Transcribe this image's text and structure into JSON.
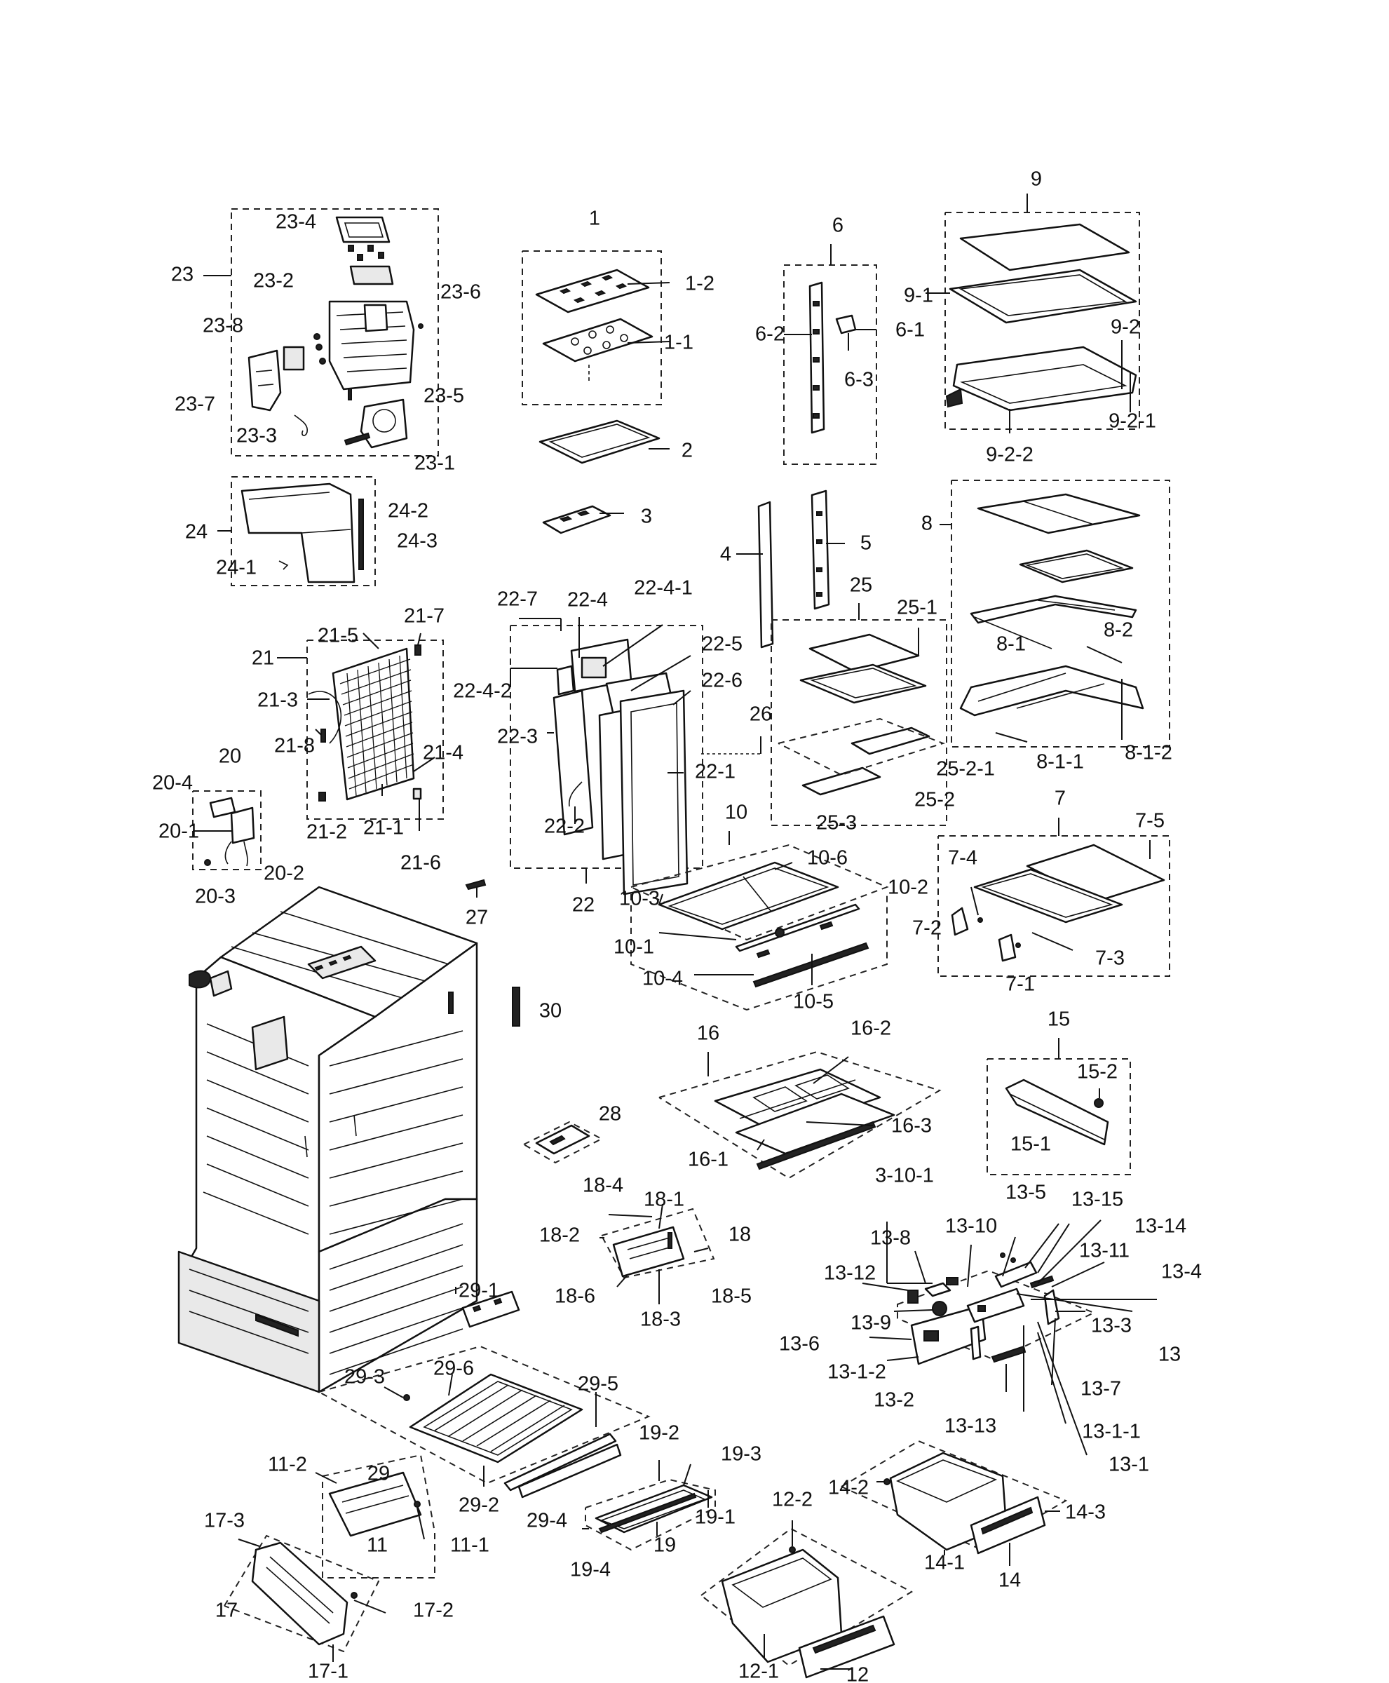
{
  "callouts": [
    {
      "id": "c-23-4",
      "t": "23-4"
    },
    {
      "id": "c-23-2",
      "t": "23-2"
    },
    {
      "id": "c-23",
      "t": "23"
    },
    {
      "id": "c-23-6",
      "t": "23-6"
    },
    {
      "id": "c-23-8",
      "t": "23-8"
    },
    {
      "id": "c-23-5",
      "t": "23-5"
    },
    {
      "id": "c-23-7",
      "t": "23-7"
    },
    {
      "id": "c-23-3",
      "t": "23-3"
    },
    {
      "id": "c-23-1",
      "t": "23-1"
    },
    {
      "id": "c-24",
      "t": "24"
    },
    {
      "id": "c-24-2",
      "t": "24-2"
    },
    {
      "id": "c-24-3",
      "t": "24-3"
    },
    {
      "id": "c-24-1",
      "t": "24-1"
    },
    {
      "id": "c-1",
      "t": "1"
    },
    {
      "id": "c-1-2",
      "t": "1-2"
    },
    {
      "id": "c-1-1",
      "t": "1-1"
    },
    {
      "id": "c-2",
      "t": "2"
    },
    {
      "id": "c-3",
      "t": "3"
    },
    {
      "id": "c-6",
      "t": "6"
    },
    {
      "id": "c-6-2",
      "t": "6-2"
    },
    {
      "id": "c-6-1",
      "t": "6-1"
    },
    {
      "id": "c-6-3",
      "t": "6-3"
    },
    {
      "id": "c-9",
      "t": "9"
    },
    {
      "id": "c-9-1",
      "t": "9-1"
    },
    {
      "id": "c-9-2",
      "t": "9-2"
    },
    {
      "id": "c-9-2-1",
      "t": "9-2-1"
    },
    {
      "id": "c-9-2-2",
      "t": "9-2-2"
    },
    {
      "id": "c-4",
      "t": "4"
    },
    {
      "id": "c-5",
      "t": "5"
    },
    {
      "id": "c-8",
      "t": "8"
    },
    {
      "id": "c-8-2",
      "t": "8-2"
    },
    {
      "id": "c-8-1",
      "t": "8-1"
    },
    {
      "id": "c-8-1-1",
      "t": "8-1-1"
    },
    {
      "id": "c-8-1-2",
      "t": "8-1-2"
    },
    {
      "id": "c-25",
      "t": "25"
    },
    {
      "id": "c-25-1",
      "t": "25-1"
    },
    {
      "id": "c-26",
      "t": "26"
    },
    {
      "id": "c-25-2-1",
      "t": "25-2-1"
    },
    {
      "id": "c-25-2",
      "t": "25-2"
    },
    {
      "id": "c-25-3",
      "t": "25-3"
    },
    {
      "id": "c-22-7",
      "t": "22-7"
    },
    {
      "id": "c-22-4",
      "t": "22-4"
    },
    {
      "id": "c-22-4-1",
      "t": "22-4-1"
    },
    {
      "id": "c-22-5",
      "t": "22-5"
    },
    {
      "id": "c-22-6",
      "t": "22-6"
    },
    {
      "id": "c-22-4-2",
      "t": "22-4-2"
    },
    {
      "id": "c-22-3",
      "t": "22-3"
    },
    {
      "id": "c-22-1",
      "t": "22-1"
    },
    {
      "id": "c-22-2",
      "t": "22-2"
    },
    {
      "id": "c-22",
      "t": "22"
    },
    {
      "id": "c-21-5",
      "t": "21-5"
    },
    {
      "id": "c-21-7",
      "t": "21-7"
    },
    {
      "id": "c-21",
      "t": "21"
    },
    {
      "id": "c-21-3",
      "t": "21-3"
    },
    {
      "id": "c-21-8",
      "t": "21-8"
    },
    {
      "id": "c-21-4",
      "t": "21-4"
    },
    {
      "id": "c-21-2",
      "t": "21-2"
    },
    {
      "id": "c-21-1",
      "t": "21-1"
    },
    {
      "id": "c-21-6",
      "t": "21-6"
    },
    {
      "id": "c-20",
      "t": "20"
    },
    {
      "id": "c-20-4",
      "t": "20-4"
    },
    {
      "id": "c-20-1",
      "t": "20-1"
    },
    {
      "id": "c-20-2",
      "t": "20-2"
    },
    {
      "id": "c-20-3",
      "t": "20-3"
    },
    {
      "id": "c-7",
      "t": "7"
    },
    {
      "id": "c-7-5",
      "t": "7-5"
    },
    {
      "id": "c-7-4",
      "t": "7-4"
    },
    {
      "id": "c-7-2",
      "t": "7-2"
    },
    {
      "id": "c-7-3",
      "t": "7-3"
    },
    {
      "id": "c-7-1",
      "t": "7-1"
    },
    {
      "id": "c-10",
      "t": "10"
    },
    {
      "id": "c-10-6",
      "t": "10-6"
    },
    {
      "id": "c-10-3",
      "t": "10-3"
    },
    {
      "id": "c-10-2",
      "t": "10-2"
    },
    {
      "id": "c-10-1",
      "t": "10-1"
    },
    {
      "id": "c-10-4",
      "t": "10-4"
    },
    {
      "id": "c-10-5",
      "t": "10-5"
    },
    {
      "id": "c-27",
      "t": "27"
    },
    {
      "id": "c-30",
      "t": "30"
    },
    {
      "id": "c-16",
      "t": "16"
    },
    {
      "id": "c-16-2",
      "t": "16-2"
    },
    {
      "id": "c-16-3",
      "t": "16-3"
    },
    {
      "id": "c-16-1",
      "t": "16-1"
    },
    {
      "id": "c-15",
      "t": "15"
    },
    {
      "id": "c-15-2",
      "t": "15-2"
    },
    {
      "id": "c-15-1",
      "t": "15-1"
    },
    {
      "id": "c-28",
      "t": "28"
    },
    {
      "id": "c-18-4",
      "t": "18-4"
    },
    {
      "id": "c-18-1",
      "t": "18-1"
    },
    {
      "id": "c-18-2",
      "t": "18-2"
    },
    {
      "id": "c-18",
      "t": "18"
    },
    {
      "id": "c-18-6",
      "t": "18-6"
    },
    {
      "id": "c-18-5",
      "t": "18-5"
    },
    {
      "id": "c-18-3",
      "t": "18-3"
    },
    {
      "id": "c-3-10-1",
      "t": "3-10-1"
    },
    {
      "id": "c-13-5",
      "t": "13-5"
    },
    {
      "id": "c-13-15",
      "t": "13-15"
    },
    {
      "id": "c-13-14",
      "t": "13-14"
    },
    {
      "id": "c-13-8",
      "t": "13-8"
    },
    {
      "id": "c-13-10",
      "t": "13-10"
    },
    {
      "id": "c-13-11",
      "t": "13-11"
    },
    {
      "id": "c-13-12",
      "t": "13-12"
    },
    {
      "id": "c-13-4",
      "t": "13-4"
    },
    {
      "id": "c-13-9",
      "t": "13-9"
    },
    {
      "id": "c-13-3",
      "t": "13-3"
    },
    {
      "id": "c-13",
      "t": "13"
    },
    {
      "id": "c-13-6",
      "t": "13-6"
    },
    {
      "id": "c-13-1-2",
      "t": "13-1-2"
    },
    {
      "id": "c-13-7",
      "t": "13-7"
    },
    {
      "id": "c-13-2",
      "t": "13-2"
    },
    {
      "id": "c-13-13",
      "t": "13-13"
    },
    {
      "id": "c-13-1-1",
      "t": "13-1-1"
    },
    {
      "id": "c-13-1",
      "t": "13-1"
    },
    {
      "id": "c-29-1",
      "t": "29-1"
    },
    {
      "id": "c-29-3",
      "t": "29-3"
    },
    {
      "id": "c-29-6",
      "t": "29-6"
    },
    {
      "id": "c-29-5",
      "t": "29-5"
    },
    {
      "id": "c-29",
      "t": "29"
    },
    {
      "id": "c-29-2",
      "t": "29-2"
    },
    {
      "id": "c-29-4",
      "t": "29-4"
    },
    {
      "id": "c-19-2",
      "t": "19-2"
    },
    {
      "id": "c-19-3",
      "t": "19-3"
    },
    {
      "id": "c-19-1",
      "t": "19-1"
    },
    {
      "id": "c-19",
      "t": "19"
    },
    {
      "id": "c-19-4",
      "t": "19-4"
    },
    {
      "id": "c-11-2",
      "t": "11-2"
    },
    {
      "id": "c-11",
      "t": "11"
    },
    {
      "id": "c-11-1",
      "t": "11-1"
    },
    {
      "id": "c-17-3",
      "t": "17-3"
    },
    {
      "id": "c-17",
      "t": "17"
    },
    {
      "id": "c-17-2",
      "t": "17-2"
    },
    {
      "id": "c-17-1",
      "t": "17-1"
    },
    {
      "id": "c-12-2",
      "t": "12-2"
    },
    {
      "id": "c-12-1",
      "t": "12-1"
    },
    {
      "id": "c-12",
      "t": "12"
    },
    {
      "id": "c-14-2",
      "t": "14-2"
    },
    {
      "id": "c-14-3",
      "t": "14-3"
    },
    {
      "id": "c-14-1",
      "t": "14-1"
    },
    {
      "id": "c-14",
      "t": "14"
    }
  ]
}
